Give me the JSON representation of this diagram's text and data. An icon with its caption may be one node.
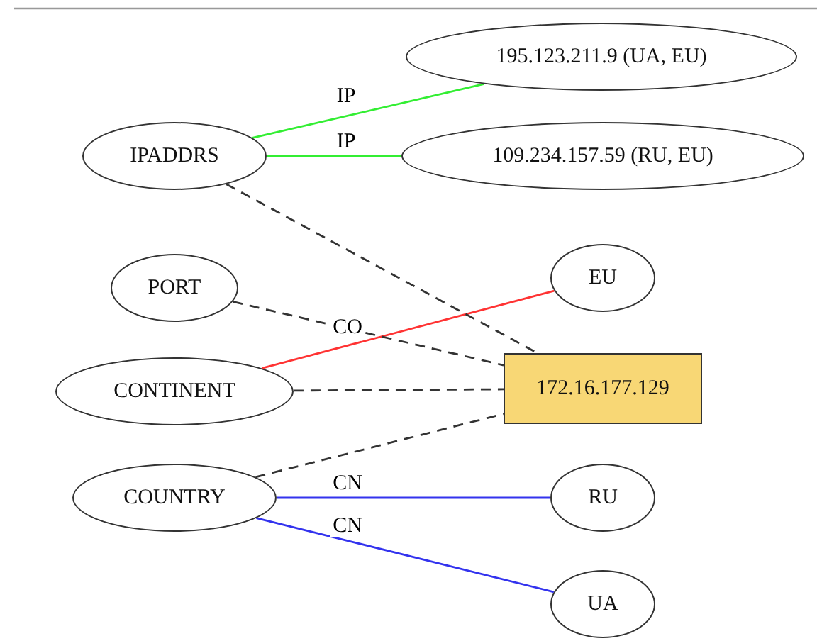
{
  "diagram": {
    "nodes": [
      {
        "text": [
          "IPADDRS"
        ]
      },
      {
        "text": [
          "195.123.211.9 (UA, EU)"
        ]
      },
      {
        "text": [
          "109.234.157.59 (RU, EU)"
        ]
      },
      {
        "text": [
          "PORT"
        ]
      },
      {
        "text": [
          "EU"
        ]
      },
      {
        "text": [
          "CONTINENT"
        ]
      },
      {
        "text": [
          "172.16.177.129"
        ]
      },
      {
        "text": [
          "COUNTRY"
        ]
      },
      {
        "text": [
          "RU"
        ]
      },
      {
        "text": [
          "UA"
        ]
      }
    ],
    "edges": [
      {
        "from": 0,
        "to": 1,
        "arrow": "none",
        "label": "IP",
        "color": "#33ee33"
      },
      {
        "from": 0,
        "to": 2,
        "arrow": "none",
        "label": "IP",
        "color": "#33ee33"
      },
      {
        "from": 5,
        "to": 4,
        "arrow": "none",
        "label": "CO",
        "color": "#ff3333"
      },
      {
        "from": 7,
        "to": 8,
        "arrow": "none",
        "label": "CN",
        "color": "#3333ee"
      },
      {
        "from": 7,
        "to": 9,
        "arrow": "none",
        "label": "CN",
        "color": "#3333ee"
      },
      {
        "from": 0,
        "to": 6,
        "arrow": "none",
        "style": "dashed"
      },
      {
        "from": 3,
        "to": 6,
        "arrow": "none",
        "style": "dashed"
      },
      {
        "from": 5,
        "to": 6,
        "arrow": "none",
        "style": "dashed"
      },
      {
        "from": 7,
        "to": 6,
        "arrow": "none",
        "style": "dashed"
      }
    ]
  }
}
